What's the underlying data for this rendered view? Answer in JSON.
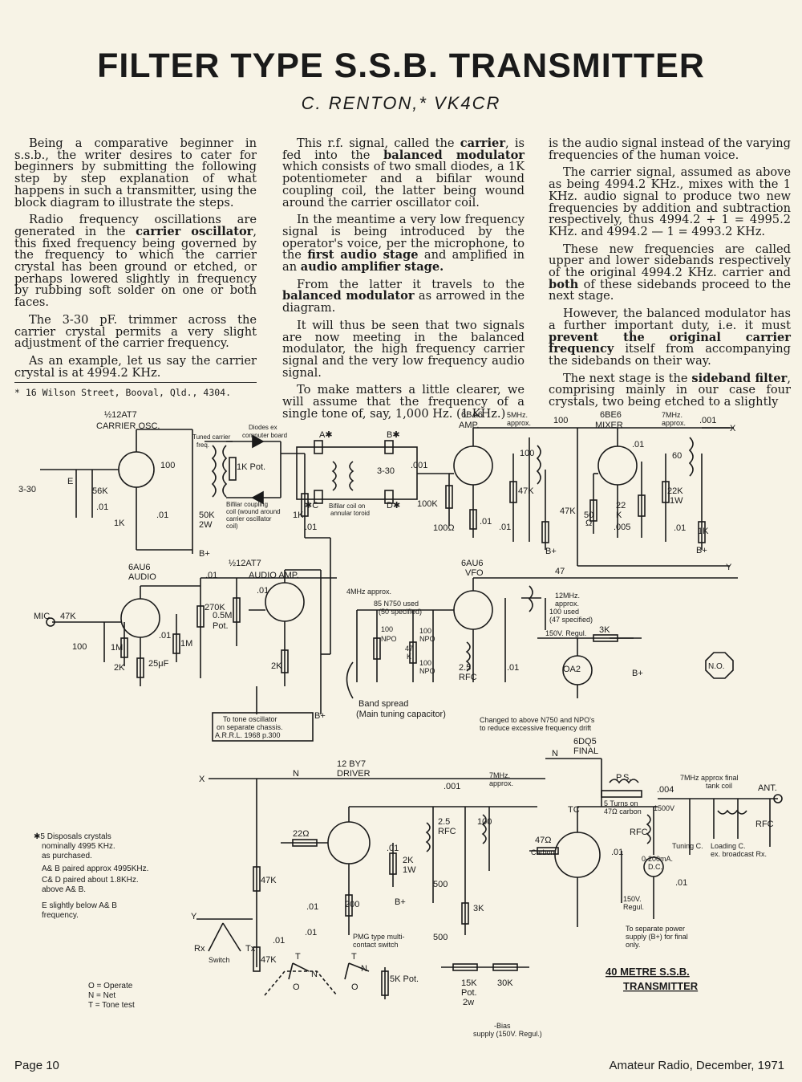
{
  "title": "FILTER TYPE S.S.B. TRANSMITTER",
  "byline": "C. RENTON,* VK4CR",
  "col1": {
    "p1": "Being a comparative beginner in s.s.b., the writer desires to cater for beginners by submitting the following step by step explanation of what happens in such a transmitter, using the block diagram to illustrate the steps.",
    "p2a": "Radio frequency oscillations are generated in the ",
    "p2b": "carrier oscillator",
    "p2c": ", this fixed frequency being governed by the frequency to which the carrier crystal has been ground or etched, or perhaps lowered slightly in frequency by rubbing soft solder on one or both faces.",
    "p3": "The 3-30 pF. trimmer across the carrier crystal permits a very slight adjustment of the carrier frequency.",
    "p4": "As an example, let us say the carrier crystal is at 4994.2 KHz."
  },
  "footnote": "* 16 Wilson Street, Booval, Qld., 4304.",
  "col2": {
    "p1a": "This r.f. signal, called the ",
    "p1b": "carrier",
    "p1c": ", is fed into the ",
    "p1d": "balanced modulator",
    "p1e": " which consists of two small diodes, a 1K potentiometer and a bifilar wound coupling coil, the latter being wound around the carrier oscillator coil.",
    "p2a": "In the meantime a very low frequency signal is being introduced by the operator's voice, per the microphone, to the ",
    "p2b": "first audio stage",
    "p2c": " and amplified in an ",
    "p2d": "audio amplifier stage.",
    "p3a": "From the latter it travels to the ",
    "p3b": "balanced modulator",
    "p3c": " as arrowed in the diagram.",
    "p4": "It will thus be seen that two signals are now meeting in the balanced modulator, the high frequency carrier signal and the very low frequency audio signal.",
    "p5": "To make matters a little clearer, we will assume that the frequency of a single tone of, say, 1,000 Hz. (1 KHz.)"
  },
  "col3": {
    "p1": "is the audio signal instead of the varying frequencies of the human voice.",
    "p2": "The carrier signal, assumed as above as being 4994.2 KHz., mixes with the 1 KHz. audio signal to produce two new frequencies by addition and subtraction respectively, thus 4994.2 + 1 = 4995.2 KHz. and 4994.2 — 1 = 4993.2 KHz.",
    "p3a": "These new frequencies are called upper and lower sidebands respectively of the original 4994.2 KHz. carrier and ",
    "p3b": "both",
    "p3c": " of these sidebands proceed to the next stage.",
    "p4a": "However, the balanced modulator has a further important duty, i.e. it must ",
    "p4b": "prevent the original carrier frequency",
    "p4c": " itself from accompanying the sidebands on their way.",
    "p5a": "The next stage is the ",
    "p5b": "sideband filter",
    "p5c": ", comprising mainly in our case four crystals, two being etched to a slightly"
  },
  "schematic": {
    "t_12at7_a": "½12AT7",
    "t_carrier_osc": "CARRIER OSC.",
    "t_tuned": "Tuned carrier",
    "t_freq": "freq.",
    "t_diodes1": "Diodes ex",
    "t_diodes2": "computer board",
    "t_1kpot": "1K Pot.",
    "t_bifilar1": "Bifilar coupling",
    "t_bifilar2": "coil (wound around",
    "t_bifilar3": "carrier oscillator",
    "t_bifilar4": "coil)",
    "t_bifilar_t1": "Bifilar coil on",
    "t_bifilar_t2": "annular toroid",
    "t_a": "A✱",
    "t_b": "B✱",
    "t_c": "✱C",
    "t_d": "D✱",
    "t_330a": "3-30",
    "t_330b": "3-30",
    "t_e": "E",
    "t_56k": "56K",
    "t_01a": ".01",
    "t_1k_a": "1K",
    "t_100_a": "100",
    "t_01b": ".01",
    "t_50k": "50K",
    "t_2w": "2W",
    "t_1k_b": "1K",
    "t_bplus1": "B+",
    "t_01c": ".01",
    "t_6ba6": "6BA6",
    "t_amp": "AMP.",
    "t_5mhz": "5MHz.",
    "t_approx1": "approx.",
    "t_100_b": "100",
    "t_001a": ".001",
    "t_100k": "100K",
    "t_100r": "100Ω",
    "t_01d": ".01",
    "t_47k_a": "47K",
    "t_01e": ".01",
    "t_100_c": "100",
    "t_bplus2": "B+",
    "t_6be6": "6BE6",
    "t_mixer": "MIXER",
    "t_7mhz_a": "7MHz.",
    "t_approx2": "approx.",
    "t_001b": ".001",
    "t_x1": "X",
    "t_01f": ".01",
    "t_60": "60",
    "t_47k_b": "47K",
    "t_50r": "50",
    "t_ohm": "Ω",
    "t_22k_a": "22",
    "t_22k_b": "K",
    "t_005": ".005",
    "t_22k1w_a": "22K",
    "t_22k1w_b": "1W",
    "t_01g": ".01",
    "t_1k_c": "1K",
    "t_bplus3": "B+",
    "t_y1": "Y",
    "t_6au6_a": "6AU6",
    "t_audio": "AUDIO",
    "t_01h": ".01",
    "t_12at7_b": "½12AT7",
    "t_audio_amp": "AUDIO AMP.",
    "t_01i": ".01",
    "t_mic": "MIC.",
    "t_47k_c": "47K",
    "t_270k": "270K",
    "t_05m": "0.5M",
    "t_pot": "Pot.",
    "t_100_d": "100",
    "t_1m_a": "1M",
    "t_01j": ".01",
    "t_1m_b": "1M",
    "t_2k_a": "2K",
    "t_25uf": "25μF",
    "t_2k_b": "2K",
    "t_tone1": "To tone oscillator",
    "t_tone2": "on separate chassis.",
    "t_tone3": "A.R.R.L. 1968 p.300",
    "t_bplus4": "B+",
    "t_6au6_b": "6AU6",
    "t_vfo": "VFO",
    "t_47": "47",
    "t_4mhz": "4MHz approx.",
    "t_85n": "85 N750 used",
    "t_50s": "(50 specified)",
    "t_100_e": "100",
    "t_npo_a": "NPO",
    "t_47k_d": "47",
    "t_k": "K",
    "t_100_f": "100",
    "t_npo_b": "NPO",
    "t_100_g": "100",
    "t_npo_c": "NPO",
    "t_25": "2.5",
    "t_rfc_a": "RFC",
    "t_12mhz": "12MHz.",
    "t_approx3": "approx.",
    "t_100used": "100 used",
    "t_47s": "(47 specified)",
    "t_150v": "150V. Regul.",
    "t_3k_a": "3K",
    "t_oa2": "OA2",
    "t_bplus5": "B+",
    "t_01k": ".01",
    "t_no": "N.O.",
    "t_band1": "Band spread",
    "t_band2": "(Main tuning capacitor)",
    "t_changed1": "Changed to above N750 and NPO's",
    "t_changed2": "to reduce excessive frequency drift",
    "t_6dq5": "6DQ5",
    "t_final": "FINAL",
    "t_n1": "N",
    "t_12by7": "12 BY7",
    "t_driver": "DRIVER",
    "t_x2": "X",
    "t_n2": "N",
    "t_7mhz_b": "7MHz.",
    "t_approx4": "approx.",
    "t_001c": ".001",
    "t_ps": "P.S.",
    "t_5turns": "5 Turns on",
    "t_47carbon": "47Ω carbon",
    "t_004": ".004",
    "t_1500v": "1500V",
    "t_tank1": "7MHz approx final",
    "t_tank2": "tank coil",
    "t_ant": "ANT.",
    "t_rfc_b": "RFC",
    "t_tuningc": "Tuning C.",
    "t_loadc1": "Loading C.",
    "t_loadc2": "ex. broadcast Rx.",
    "t_ma1": "0-200mA.",
    "t_ma2": "D.C.",
    "t_01l": ".01",
    "t_tc": "TC",
    "t_rfc_c": "RFC",
    "t_47r": "47Ω",
    "t_carbon": "Carbon",
    "t_01m": ".01",
    "t_150regul1": "150V.",
    "t_150regul2": "Regul.",
    "t_sep1": "To separate power",
    "t_sep2": "supply (B+) for final",
    "t_sep3": "only.",
    "t_22r": "22Ω",
    "t_01n": ".01",
    "t_2k1w_a": "2K",
    "t_2k1w_b": "1W",
    "t_bplus6": "B+",
    "t_25b": "2.5",
    "t_rfc_d": "RFC",
    "t_100_h": "100",
    "t_500a": "500",
    "t_3k_b": "3K",
    "t_500b": "500",
    "t_47k_e": "47K",
    "t_01o": ".01",
    "t_200": "200",
    "t_01p": ".01",
    "t_01q": ".01",
    "t_47k_f": "47K",
    "t_y2": "Y",
    "t_rx": "Rx",
    "t_tx": "Tx",
    "t_switch": "Switch",
    "t_pmg1": "PMG type multi-",
    "t_pmg2": "contact switch",
    "t_t1": "T",
    "t_n3": "N",
    "t_o1": "O",
    "t_t2": "T",
    "t_n4": "N",
    "t_o2": "O",
    "t_5kpot": "5K Pot.",
    "t_15k": "15K",
    "t_pot2": "Pot.",
    "t_2w2": "2w",
    "t_30k": "30K",
    "t_bias1": "-Bias",
    "t_bias2": "supply (150V. Regul.)",
    "t_crys1": "✱5 Disposals crystals",
    "t_crys2": "nominally 4995 KHz.",
    "t_crys3": "as purchased.",
    "t_crys4": "A& B paired approx 4995KHz.",
    "t_crys5": "C& D paired about 1.8KHz.",
    "t_crys6": "above A& B.",
    "t_crys7": "E slightly below A& B",
    "t_crys8": "frequency.",
    "t_leg1": "O = Operate",
    "t_leg2": "N = Net",
    "t_leg3": "T = Tone test",
    "t_cap1": "40 METRE S.S.B.",
    "t_cap2": "TRANSMITTER"
  },
  "footer": {
    "left": "Page 10",
    "right": "Amateur Radio, December, 1971"
  }
}
